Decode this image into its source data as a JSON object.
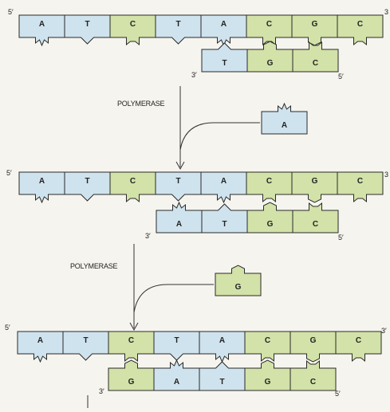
{
  "colors": {
    "A": "#cfe3ee",
    "T": "#cfe3ee",
    "C": "#d2e2a8",
    "G": "#d2e2a8",
    "outline": "#2a2a2a",
    "background": "#f6f4ee"
  },
  "panels": [
    {
      "template": [
        "A",
        "T",
        "C",
        "T",
        "A",
        "C",
        "G",
        "C"
      ],
      "template_5_label": "5′",
      "template_3_label": "3",
      "new_strand": [
        "T",
        "G",
        "C"
      ],
      "new_3_label": "3′",
      "new_5_label": "5′"
    },
    {
      "template": [
        "A",
        "T",
        "C",
        "T",
        "A",
        "C",
        "G",
        "C"
      ],
      "template_5_label": "5′",
      "template_3_label": "3",
      "new_strand": [
        "A",
        "T",
        "G",
        "C"
      ],
      "new_3_label": "3′",
      "new_5_label": "5′"
    },
    {
      "template": [
        "A",
        "T",
        "C",
        "T",
        "A",
        "C",
        "G",
        "C"
      ],
      "template_5_label": "5′",
      "template_3_label": "3′",
      "new_strand": [
        "G",
        "A",
        "T",
        "G",
        "C"
      ],
      "new_3_label": "3′",
      "new_5_label": "5′"
    }
  ],
  "steps": [
    {
      "label": "POLYMERASE",
      "incoming_base": "A"
    },
    {
      "label": "POLYMERASE",
      "incoming_base": "G"
    }
  ]
}
